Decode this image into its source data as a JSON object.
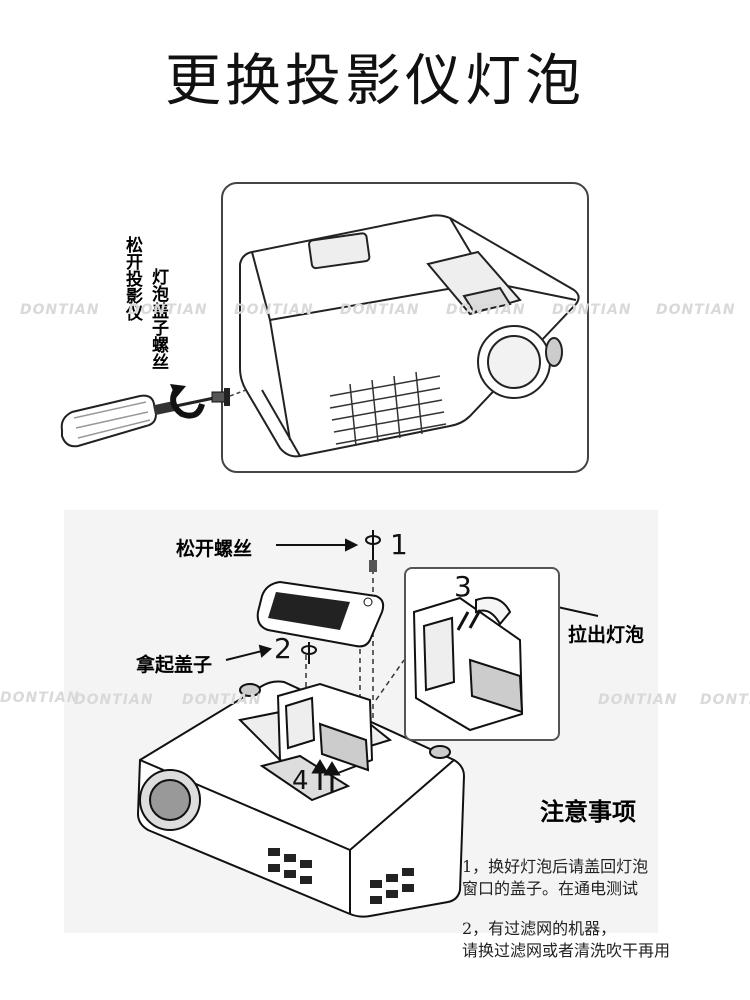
{
  "title": "更换投影仪灯泡",
  "step_top": {
    "label_a": "松开投影仪",
    "label_b": "灯泡盖子螺丝"
  },
  "watermark": "DONTIAN",
  "steps": {
    "s1_label": "松开螺丝",
    "s1_num": "1",
    "s2_label": "拿起盖子",
    "s2_num": "2",
    "s3_label": "拉出灯泡",
    "s3_num": "3",
    "s4_num": "4"
  },
  "notes": {
    "title": "注意事项",
    "line1": "1，换好灯泡后请盖回灯泡",
    "line1b": "窗口的盖子。在通电测试",
    "line2": "2，有过滤网的机器，",
    "line2b": "请换过滤网或者清洗吹干再用"
  }
}
